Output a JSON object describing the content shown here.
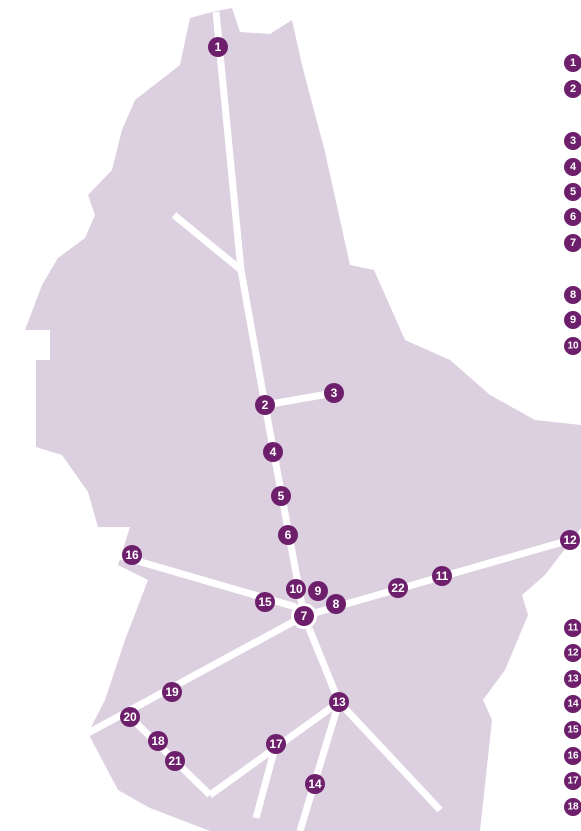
{
  "colors": {
    "land": "#dccfe0",
    "road": "#ffffff",
    "marker": "#6d1f6b",
    "marker_text": "#ffffff"
  },
  "map_markers": [
    "1",
    "2",
    "3",
    "4",
    "5",
    "6",
    "7",
    "8",
    "9",
    "10",
    "11",
    "12",
    "13",
    "14",
    "15",
    "16",
    "17",
    "18",
    "19",
    "20",
    "21",
    "22"
  ],
  "legend_markers": [
    "1",
    "2",
    "3",
    "4",
    "5",
    "6",
    "7",
    "8",
    "9",
    "10",
    "11",
    "12",
    "13",
    "14",
    "15",
    "16",
    "17",
    "18"
  ]
}
